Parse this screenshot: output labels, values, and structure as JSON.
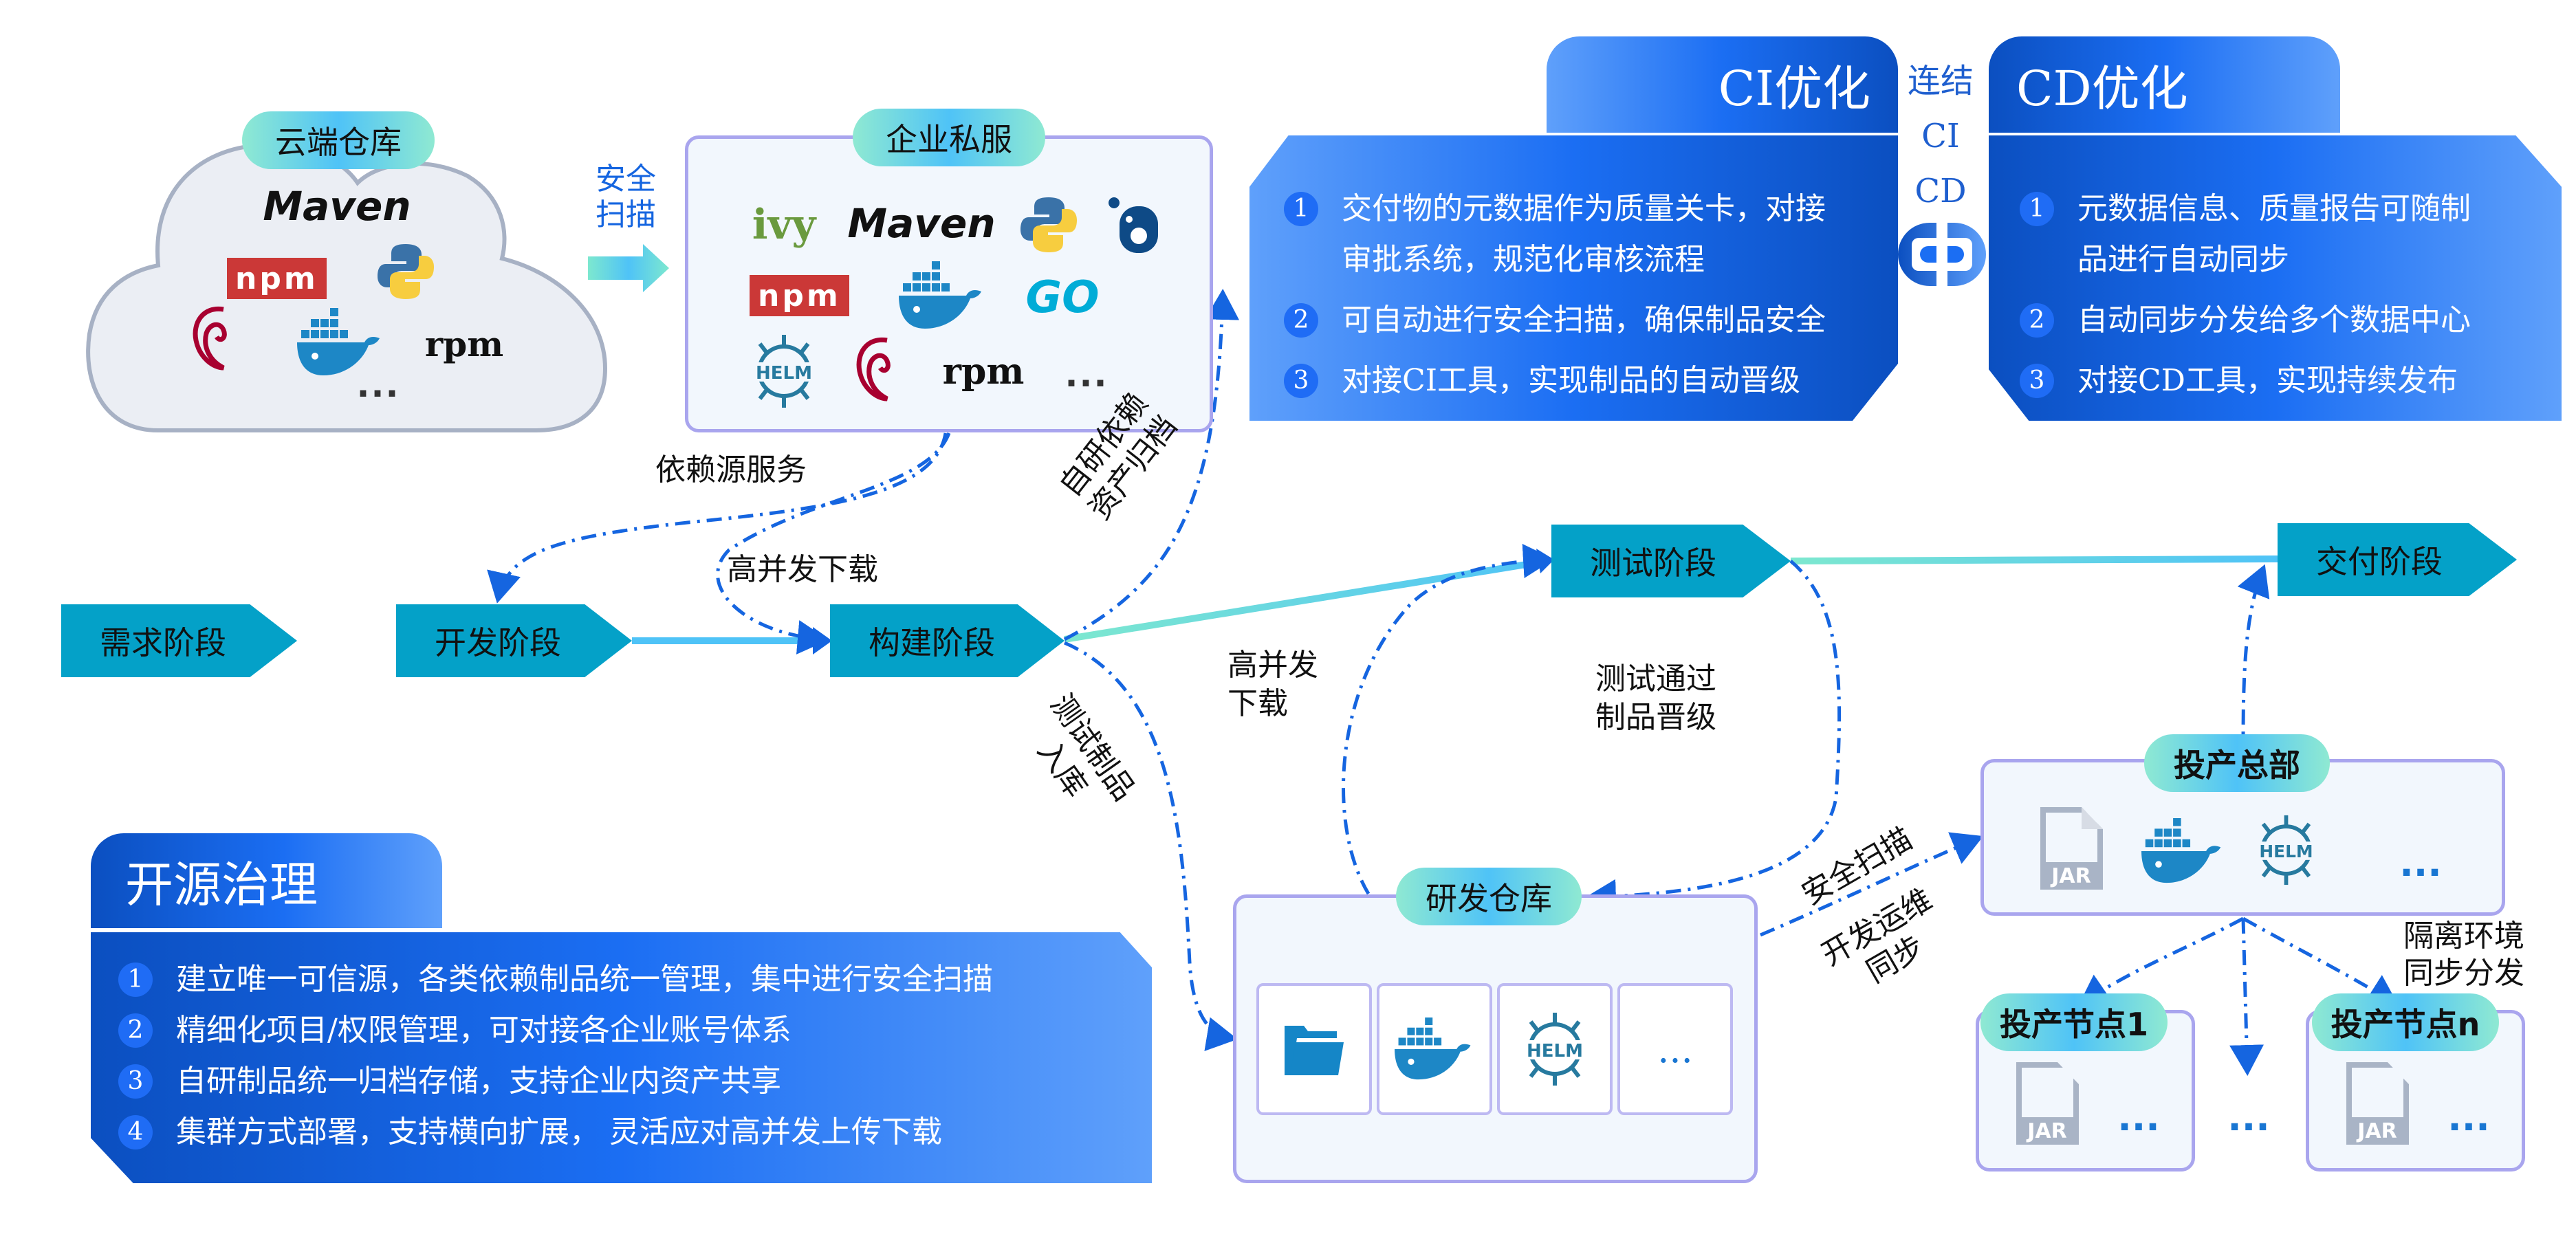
{
  "cloud_repo": {
    "title": "云端仓库",
    "logos": [
      "Maven",
      "npm",
      "python-icon",
      "debian-icon",
      "docker-icon",
      "rpm"
    ],
    "ellipsis": "..."
  },
  "scan_arrow": {
    "label_line1": "安全",
    "label_line2": "扫描"
  },
  "private_repo": {
    "title": "企业私服",
    "logos": [
      "ivy",
      "Maven",
      "python-icon",
      "conda-icon",
      "npm",
      "docker-icon",
      "GO",
      "HELM",
      "debian-icon",
      "rpm"
    ],
    "ellipsis": "..."
  },
  "ci": {
    "title": "CI优化",
    "items": [
      {
        "num": "1",
        "line1": "交付物的元数据作为质量关卡，对接",
        "line2": "审批系统，规范化审核流程"
      },
      {
        "num": "2",
        "line1": "可自动进行安全扫描，确保制品安全",
        "line2": ""
      },
      {
        "num": "3",
        "line1": "对接CI工具，实现制品的自动晋级",
        "line2": ""
      }
    ]
  },
  "link": {
    "line1": "连结",
    "line2": "CI",
    "line3": "CD"
  },
  "cd": {
    "title": "CD优化",
    "items": [
      {
        "num": "1",
        "line1": "元数据信息、质量报告可随制",
        "line2": "品进行自动同步"
      },
      {
        "num": "2",
        "line1": "自动同步分发给多个数据中心",
        "line2": ""
      },
      {
        "num": "3",
        "line1": "对接CD工具，实现持续发布",
        "line2": ""
      }
    ]
  },
  "stages": {
    "requirements": "需求阶段",
    "development": "开发阶段",
    "build": "构建阶段",
    "test": "测试阶段",
    "delivery": "交付阶段"
  },
  "flow_labels": {
    "dependency_service": "依赖源服务",
    "high_concurrency_download": "高并发下载",
    "self_dev_archive_line1": "自研依赖",
    "self_dev_archive_line2": "资产归档",
    "test_artifact_line1": "测试制品",
    "test_artifact_line2": "入库",
    "high_conc_line1": "高并发",
    "high_conc_line2": "下载",
    "test_pass_line1": "测试通过",
    "test_pass_line2": "制品晋级",
    "security_scan": "安全扫描",
    "devops_sync_line1": "开发运维",
    "devops_sync_line2": "同步",
    "isolated_line1": "隔离环境",
    "isolated_line2": "同步分发"
  },
  "governance": {
    "title": "开源治理",
    "items": [
      {
        "num": "1",
        "text": "建立唯一可信源，各类依赖制品统一管理，集中进行安全扫描"
      },
      {
        "num": "2",
        "text": "精细化项目/权限管理，可对接各企业账号体系"
      },
      {
        "num": "3",
        "text": "自研制品统一归档存储，支持企业内资产共享"
      },
      {
        "num": "4",
        "text": "集群方式部署，支持横向扩展， 灵活应对高并发上传下载"
      }
    ]
  },
  "dev_repo": {
    "title": "研发仓库",
    "tiles": [
      "folder-icon",
      "docker-icon",
      "HELM",
      "..."
    ]
  },
  "prod_hq": {
    "title": "投产总部",
    "icons": [
      "JAR",
      "docker-icon",
      "HELM"
    ],
    "ellipsis": "..."
  },
  "prod_node_1": {
    "title": "投产节点1",
    "icon": "JAR",
    "ellipsis": "..."
  },
  "prod_node_n": {
    "title": "投产节点n",
    "icon": "JAR",
    "ellipsis": "..."
  },
  "between_nodes_ellipsis": "...",
  "colors": {
    "stage": "#04a1c8",
    "panel_border": "#a9a5ee",
    "panel_bg": "#f2f7fd",
    "flow_dash": "#1565e0",
    "blue_dark": "#0b4fc0",
    "blue_light": "#5fa0fb"
  }
}
